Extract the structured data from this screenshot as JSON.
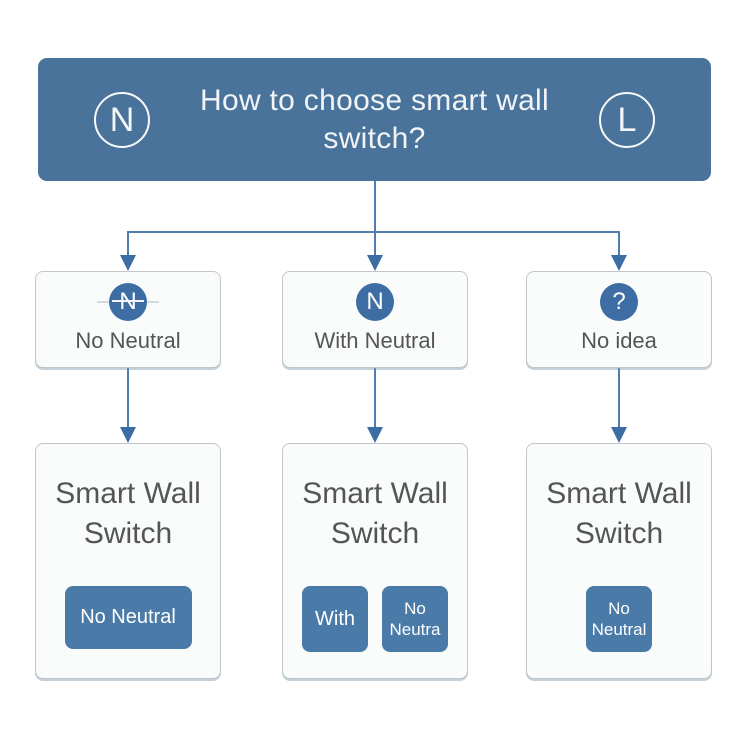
{
  "colors": {
    "page_bg": "#ffffff",
    "header_bg": "#4a739b",
    "icon_circle": "#3e6da4",
    "button_bg": "#4a7aa8",
    "connector": "#4e7dae",
    "arrowhead": "#3c6da5",
    "card_border": "#c2c6c9",
    "card_bg": "#fafbfb",
    "text_dark": "#545557"
  },
  "header": {
    "badge_left": "N",
    "badge_right": "L",
    "title_line1": "How to choose smart wall",
    "title_line2": "switch?"
  },
  "columns": [
    {
      "option": {
        "icon": "crossed-n-icon",
        "icon_glyph": "N",
        "label": "No Neutral"
      },
      "result": {
        "title_line1": "Smart Wall",
        "title_line2": "Switch",
        "buttons": [
          {
            "label": "No Neutral"
          }
        ]
      }
    },
    {
      "option": {
        "icon": "n-icon",
        "icon_glyph": "N",
        "label": "With Neutral"
      },
      "result": {
        "title_line1": "Smart Wall",
        "title_line2": "Switch",
        "buttons": [
          {
            "label": "With"
          },
          {
            "label": "No\nNeutra"
          }
        ]
      }
    },
    {
      "option": {
        "icon": "question-icon",
        "icon_glyph": "?",
        "label": "No idea"
      },
      "result": {
        "title_line1": "Smart Wall",
        "title_line2": "Switch",
        "buttons": [
          {
            "label": "No\nNeutral"
          }
        ]
      }
    }
  ]
}
